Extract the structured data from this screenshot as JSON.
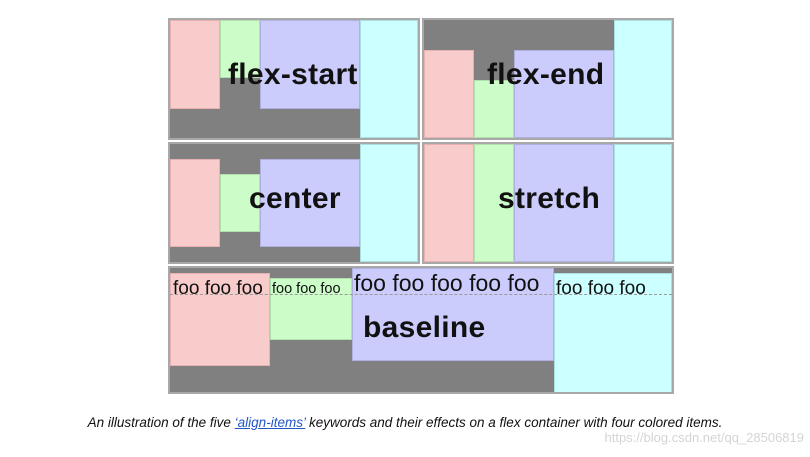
{
  "panels": {
    "flex_start": {
      "label": "flex-start"
    },
    "flex_end": {
      "label": "flex-end"
    },
    "center": {
      "label": "center"
    },
    "stretch": {
      "label": "stretch"
    },
    "baseline": {
      "label": "baseline",
      "item1_text": "foo foo foo",
      "item2_text": "foo foo foo",
      "item3_text": "foo foo foo foo foo",
      "item4_text": "foo foo foo"
    }
  },
  "caption": {
    "before": "An illustration of the five ",
    "keyword": "‘align-items’",
    "after": " keywords and their effects on a flex container with four colored items."
  },
  "watermark": "https://blog.csdn.net/qq_28506819",
  "colors": {
    "container": "#808080",
    "item1": "#f9cccc",
    "item2": "#ccfcc8",
    "item3": "#ccccfc",
    "item4": "#ccffff",
    "keyword": "#2256c7"
  }
}
